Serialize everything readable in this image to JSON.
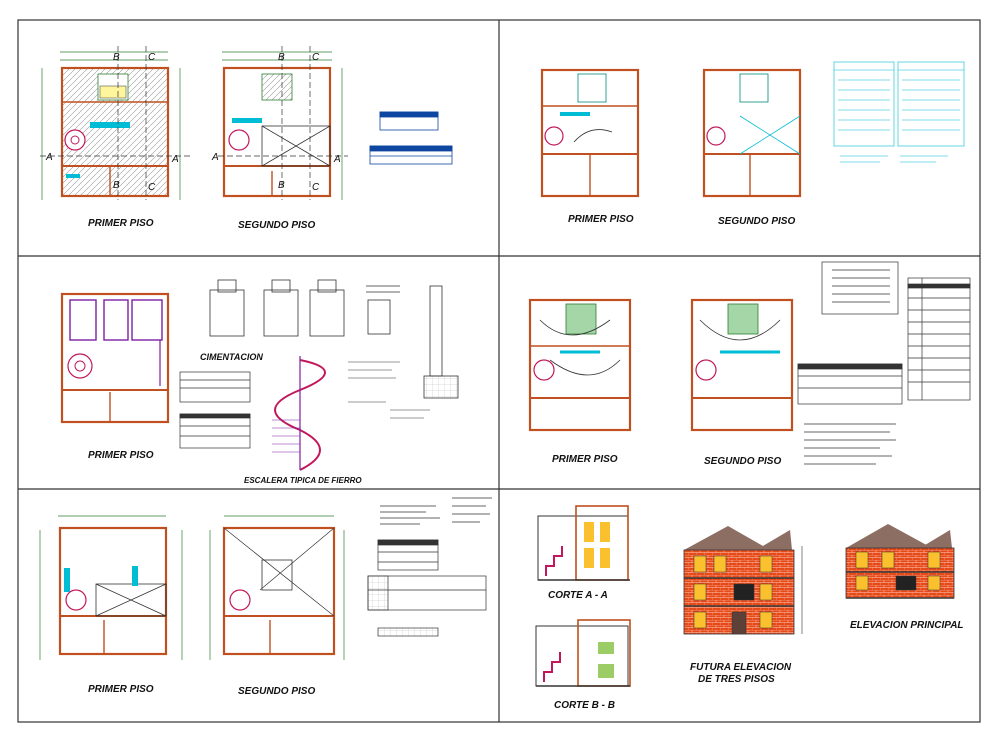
{
  "panels": {
    "p1": {
      "label_a": "PRIMER PISO",
      "label_b": "SEGUNDO PISO"
    },
    "p2": {
      "label_a": "PRIMER PISO",
      "label_b": "SEGUNDO PISO"
    },
    "p3": {
      "label_a": "PRIMER PISO",
      "label_cim": "CIMENTACION",
      "label_esc": "ESCALERA TIPICA DE FIERRO"
    },
    "p4": {
      "label_a": "PRIMER PISO",
      "label_b": "SEGUNDO PISO"
    },
    "p5": {
      "label_a": "PRIMER PISO",
      "label_b": "SEGUNDO PISO"
    },
    "p6": {
      "corte_a": "CORTE A - A",
      "corte_b": "CORTE B - B",
      "futura_1": "FUTURA ELEVACION",
      "futura_2": "DE TRES PISOS",
      "elevacion": "ELEVACION PRINCIPAL"
    }
  },
  "axes": {
    "a": "A",
    "b": "B",
    "c": "C"
  },
  "colors": {
    "frame": "#333333",
    "wall": "#c0501f",
    "dim": "#2e7d32",
    "cyan": "#00bcd4",
    "magenta": "#c2185b",
    "purple": "#7b1fa2",
    "table": "#0d47a1",
    "brick": "#d84315",
    "roof": "#8d6e63"
  }
}
